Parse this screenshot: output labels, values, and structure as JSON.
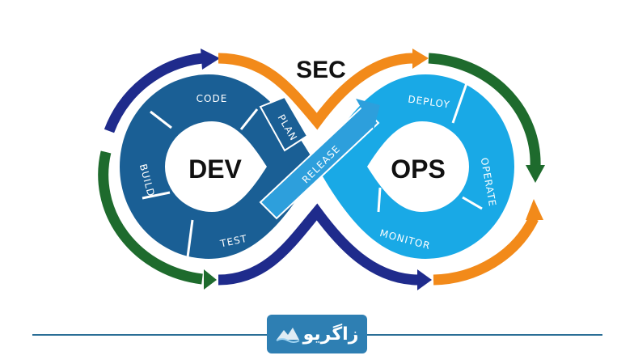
{
  "diagram": {
    "top_label": "SEC",
    "left_label": "DEV",
    "right_label": "OPS",
    "stages": {
      "code": "CODE",
      "plan": "PLAN",
      "build": "BUILD",
      "test": "TEST",
      "release": "RELEASE",
      "deploy": "DEPLOY",
      "operate": "OPERATE",
      "monitor": "MONITOR"
    }
  },
  "footer": {
    "logo_text": "زاگریو"
  },
  "colors": {
    "dev_band": "#1a5f95",
    "ops_band": "#19a9e6",
    "release_band": "#2d9fdc",
    "outer_navy": "#1f2b8c",
    "outer_orange": "#f28a1a",
    "outer_green": "#1e6b2d",
    "divider": "#2a6e96",
    "logo_bg": "#2e7fb3"
  }
}
